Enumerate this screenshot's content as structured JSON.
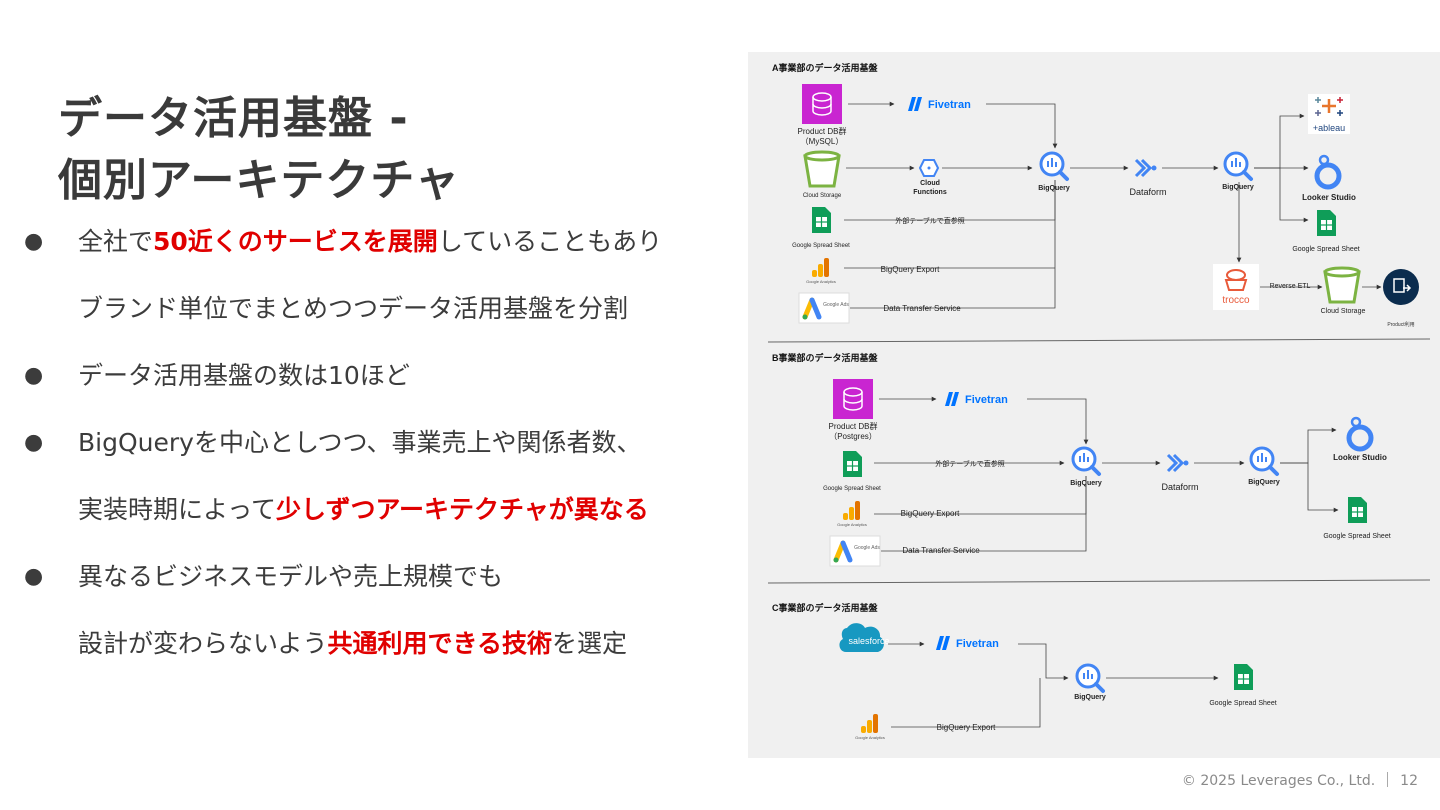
{
  "title": {
    "line1": "データ活用基盤 -",
    "line2": "個別アーキテクチャ"
  },
  "bullets": [
    {
      "lines": [
        [
          {
            "t": "全社で"
          },
          {
            "t": "50近くのサービスを展開",
            "hl": true
          },
          {
            "t": "していることもあり"
          }
        ],
        [
          {
            "t": "ブランド単位でまとめつつデータ活用基盤を分割"
          }
        ]
      ]
    },
    {
      "lines": [
        [
          {
            "t": "データ活用基盤の数は10ほど"
          }
        ]
      ]
    },
    {
      "lines": [
        [
          {
            "t": "BigQueryを中心としつつ、事業売上や関係者数、"
          }
        ],
        [
          {
            "t": "実装時期によって"
          },
          {
            "t": "少しずつアーキテクチャが異なる",
            "hl": true
          }
        ]
      ]
    },
    {
      "lines": [
        [
          {
            "t": "異なるビジネスモデルや売上規模でも"
          }
        ],
        [
          {
            "t": "設計が変わらないよう"
          },
          {
            "t": "共通利用できる技術",
            "hl": true
          },
          {
            "t": "を選定"
          }
        ]
      ]
    }
  ],
  "bullet_char": "●",
  "diagram": {
    "a_title": "A事業部のデータ活用基盤",
    "b_title": "B事業部のデータ活用基盤",
    "c_title": "C事業部のデータ活用基盤",
    "product_db": "Product DB群",
    "mysql": "（MySQL）",
    "postgres": "（Postgres）",
    "cloud_storage": "Cloud Storage",
    "google_spread_sheet": "Google Spread Sheet",
    "google_analytics": "Google Analytics",
    "google_ads": "Google Ads",
    "fivetran": "Fivetran",
    "cloud_functions_1": "Cloud",
    "cloud_functions_2": "Functions",
    "bigquery": "BigQuery",
    "dataform": "Dataform",
    "tableau": "+ableau",
    "looker_studio": "Looker Studio",
    "trocco": "trocco",
    "reverse_etl": "Reverse ETL",
    "product_use": "Product利用",
    "external_table": "外部テーブルで直参照",
    "bigquery_export": "BigQuery Export",
    "data_transfer": "Data  Transfer Service",
    "salesforce": "salesforce"
  },
  "colors": {
    "highlight": "#e00000",
    "bigquery": "#4285f4",
    "sheets": "#0f9d58",
    "analytics": "#f9ab00",
    "rds": "#c925d1",
    "bucket": "#7cb342"
  },
  "footer": {
    "copyright": "©  2025 Leverages Co., Ltd.",
    "page": "12"
  }
}
